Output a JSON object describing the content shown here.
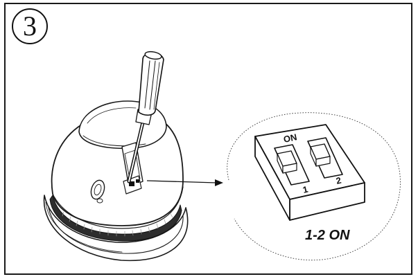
{
  "step": {
    "number": "3"
  },
  "dip_switch": {
    "on_label": "ON",
    "switch_labels": [
      "1",
      "2"
    ],
    "setting": "1-2 ON"
  },
  "icons": {
    "step_badge": "circled-number-icon",
    "camera": "dome-camera-icon",
    "tool": "screwdriver-icon",
    "switch": "dip-switch-icon",
    "pointer": "arrow-right-icon"
  }
}
